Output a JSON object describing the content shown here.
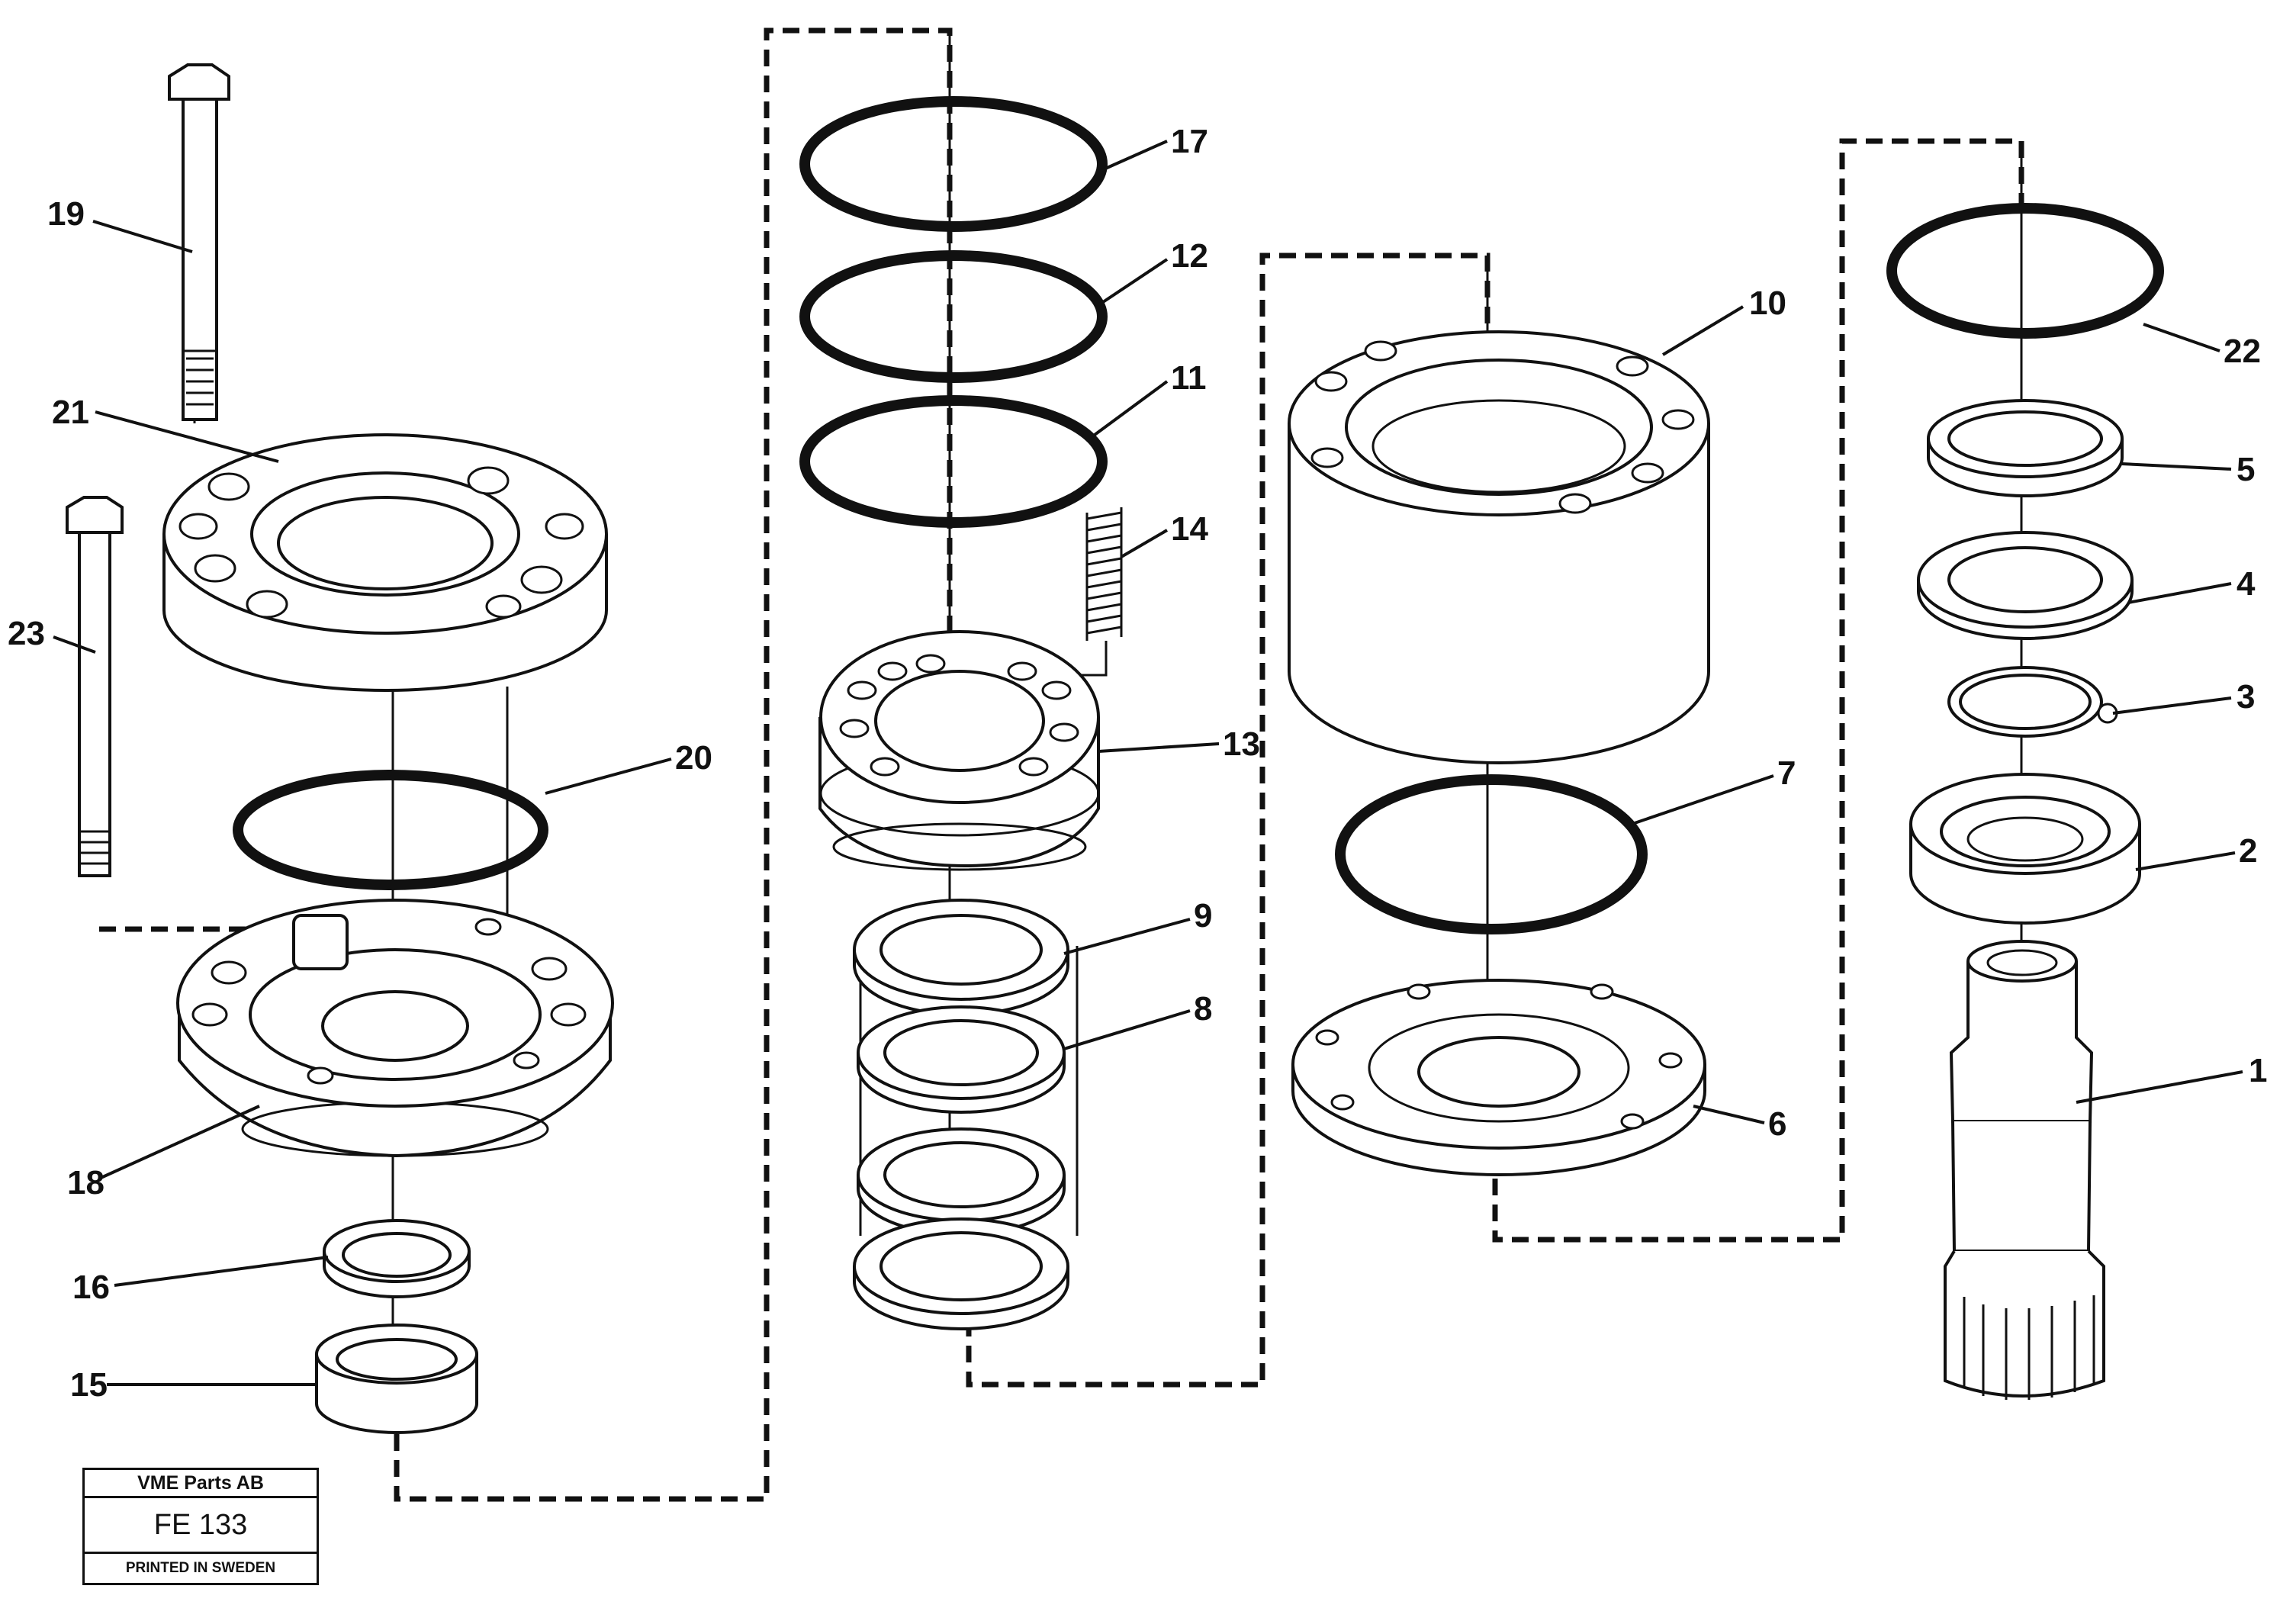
{
  "labels": {
    "p1": "1",
    "p2": "2",
    "p3": "3",
    "p4": "4",
    "p5": "5",
    "p6": "6",
    "p7": "7",
    "p8": "8",
    "p9": "9",
    "p10": "10",
    "p11": "11",
    "p12": "12",
    "p13": "13",
    "p14": "14",
    "p15": "15",
    "p16": "16",
    "p17": "17",
    "p18": "18",
    "p19": "19",
    "p20": "20",
    "p21": "21",
    "p22": "22",
    "p23": "23"
  },
  "plate": {
    "company": "VME Parts AB",
    "code": "FE 133",
    "printed": "PRINTED IN SWEDEN"
  }
}
